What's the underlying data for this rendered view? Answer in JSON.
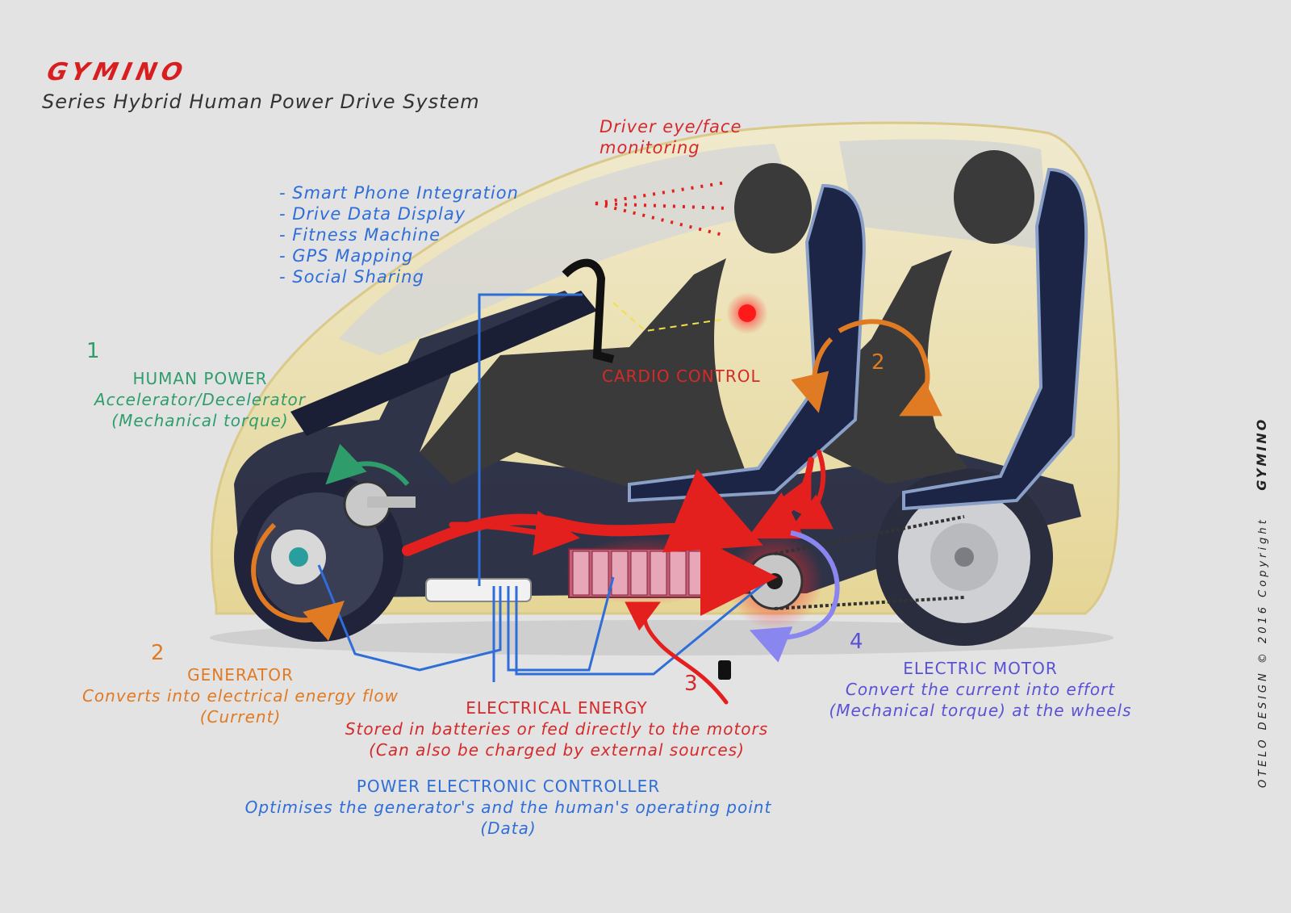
{
  "header": {
    "brand": "GYMINO",
    "subtitle": "Series Hybrid Human Power Drive System"
  },
  "features": {
    "items": [
      "- Smart Phone Integration",
      "- Drive Data Display",
      "- Fitness Machine",
      "- GPS Mapping",
      "- Social Sharing"
    ]
  },
  "driver_monitor": {
    "line1": "Driver eye/face",
    "line2": "monitoring"
  },
  "cardio": {
    "label": "CARDIO CONTROL"
  },
  "human_power": {
    "number": "1",
    "title": "HUMAN POWER",
    "line1": "Accelerator/Decelerator",
    "line2": "(Mechanical torque)"
  },
  "rear_human": {
    "number": "2"
  },
  "generator": {
    "number": "2",
    "title": "GENERATOR",
    "line1": "Converts into electrical energy flow",
    "line2": "(Current)"
  },
  "electrical": {
    "number": "3",
    "title": "ELECTRICAL ENERGY",
    "line1": "Stored in batteries or fed directly to the motors",
    "line2": "(Can also be charged by external sources)"
  },
  "motor": {
    "number": "4",
    "title": "ELECTRIC MOTOR",
    "line1": "Convert the current into effort",
    "line2": "(Mechanical torque) at the wheels"
  },
  "controller": {
    "title": "POWER ELECTRONIC CONTROLLER",
    "line1": "Optimises the generator's and the human's operating point",
    "line2": "(Data)"
  },
  "copyright": {
    "text": "OTELO DESIGN © 2016 Copyright",
    "brand": "GYMINO"
  },
  "colors": {
    "brand_red": "#d81e1e",
    "data_blue": "#2f6ed8",
    "human_green": "#2f9d6b",
    "generator_orange": "#e07a23",
    "energy_red": "#d62a2a",
    "motor_violet": "#5a52d6",
    "body_yellow": "#eadc9c",
    "chassis_navy": "#1f2540"
  }
}
